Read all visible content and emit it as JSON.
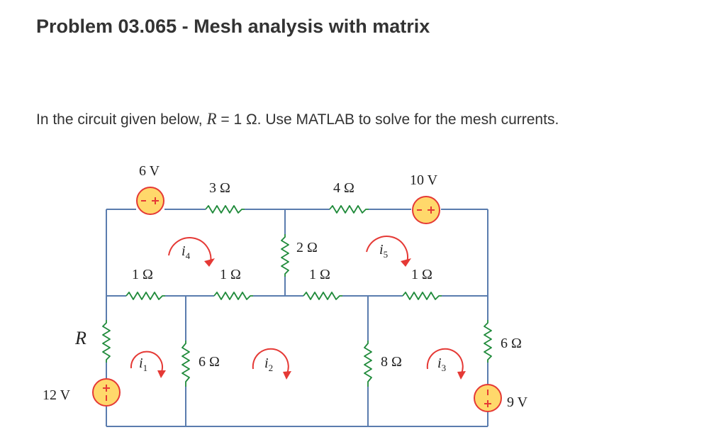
{
  "problem": {
    "title": "Problem 03.065 - Mesh analysis with matrix",
    "prompt_before": "In the circuit given below, ",
    "prompt_var": "R",
    "prompt_after": " = 1 Ω. Use MATLAB to solve for the mesh currents."
  },
  "circuit": {
    "resistors": {
      "r_3": "3 Ω",
      "r_4": "4 Ω",
      "r_2": "2 Ω",
      "r_1a": "1 Ω",
      "r_1b": "1 Ω",
      "r_1c": "1 Ω",
      "r_1d": "1 Ω",
      "r_6a": "6 Ω",
      "r_8": "8 Ω",
      "r_6b": "6 Ω",
      "r_R": "R"
    },
    "sources": {
      "v_6": "6 V",
      "v_10": "10 V",
      "v_12": "12 V",
      "v_9": "9 V"
    },
    "mesh_currents": {
      "i1": "i",
      "i1_sub": "1",
      "i2": "i",
      "i2_sub": "2",
      "i3": "i",
      "i3_sub": "3",
      "i4": "i",
      "i4_sub": "4",
      "i5": "i",
      "i5_sub": "5"
    },
    "colors": {
      "wire": "#5a7cae",
      "resistor": "#1f8a3a",
      "source_fill": "#ffd86b",
      "accent": "#e53935"
    }
  }
}
